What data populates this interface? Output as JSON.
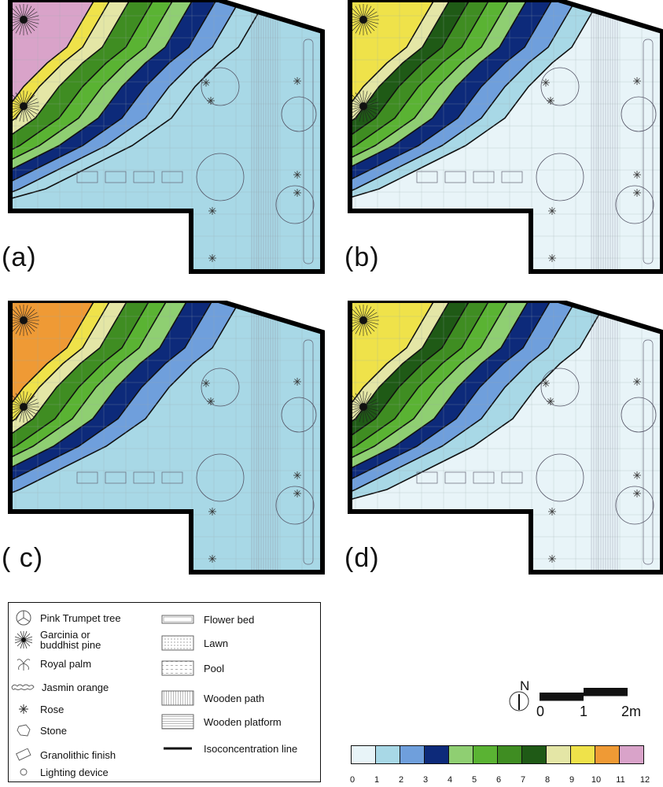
{
  "panels": [
    {
      "id": "a",
      "label": "(a)"
    },
    {
      "id": "b",
      "label": "(b)"
    },
    {
      "id": "c",
      "label": "( c)"
    },
    {
      "id": "d",
      "label": "(d)"
    }
  ],
  "legend_left": [
    {
      "icon": "pink-trumpet-tree-icon",
      "label": "Pink Trumpet tree"
    },
    {
      "icon": "garcinia-pine-icon",
      "label": "Garcinia or buddhist pine"
    },
    {
      "icon": "royal-palm-icon",
      "label": "Royal palm"
    },
    {
      "icon": "jasmin-orange-icon",
      "label": "Jasmin orange"
    },
    {
      "icon": "rose-icon",
      "label": "Rose"
    },
    {
      "icon": "stone-icon",
      "label": "Stone"
    },
    {
      "icon": "granolithic-finish-icon",
      "label": "Granolithic finish"
    },
    {
      "icon": "lighting-device-icon",
      "label": "Lighting device"
    }
  ],
  "legend_right": [
    {
      "icon": "flower-bed-icon",
      "label": "Flower bed"
    },
    {
      "icon": "lawn-icon",
      "label": "Lawn"
    },
    {
      "icon": "pool-icon",
      "label": "Pool"
    },
    {
      "icon": "wooden-path-icon",
      "label": "Wooden path"
    },
    {
      "icon": "wooden-platform-icon",
      "label": "Wooden platform"
    },
    {
      "icon": "isoconcentration-line-icon",
      "label": "Isoconcentration line"
    }
  ],
  "north_label": "N",
  "scale_labels": [
    "0",
    "1",
    "2m"
  ],
  "colorbar": {
    "ticks": [
      "0",
      "1",
      "2",
      "3",
      "4",
      "5",
      "6",
      "7",
      "8",
      "9",
      "10",
      "11",
      "12"
    ],
    "colors": [
      "#e8f4f8",
      "#a8d8e6",
      "#6f9fdc",
      "#0d2a7a",
      "#8fcf72",
      "#5ab333",
      "#3f8d22",
      "#1f5a16",
      "#e4e6a6",
      "#efe24a",
      "#ef9a35",
      "#d9a3c9"
    ]
  }
}
